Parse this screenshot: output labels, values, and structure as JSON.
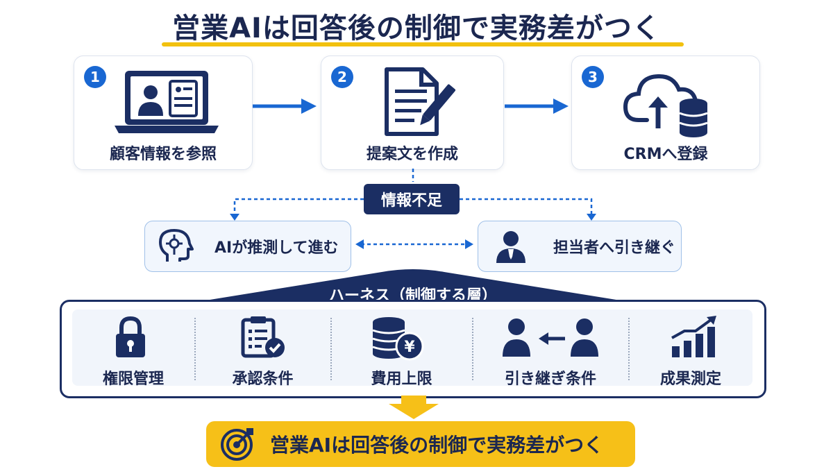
{
  "title": "営業AIは回答後の制御で実務差がつく",
  "colors": {
    "navy": "#1b2e63",
    "blue": "#1967d2",
    "accent_yellow": "#f6c018",
    "light_blue_bg": "#f1f6fd"
  },
  "steps": [
    {
      "number": "1",
      "label": "顧客情報を参照",
      "icon": "laptop-profile-icon"
    },
    {
      "number": "2",
      "label": "提案文を作成",
      "icon": "document-pen-icon"
    },
    {
      "number": "3",
      "label": "CRMへ登録",
      "icon": "cloud-database-icon"
    }
  ],
  "branch_point": {
    "label": "情報不足"
  },
  "branches": [
    {
      "label": "AIが推測して進む",
      "icon": "ai-head-icon"
    },
    {
      "label": "担当者へ引き継ぐ",
      "icon": "person-icon"
    }
  ],
  "harness": {
    "title": "ハーネス（制御する層）",
    "items": [
      {
        "label": "権限管理",
        "icon": "lock-icon"
      },
      {
        "label": "承認条件",
        "icon": "clipboard-check-icon"
      },
      {
        "label": "費用上限",
        "icon": "coins-yen-icon"
      },
      {
        "label": "引き継ぎ条件",
        "icon": "handoff-people-icon"
      },
      {
        "label": "成果測定",
        "icon": "growth-chart-icon"
      }
    ]
  },
  "result": {
    "label": "営業AIは回答後の制御で実務差がつく",
    "icon": "target-icon"
  }
}
